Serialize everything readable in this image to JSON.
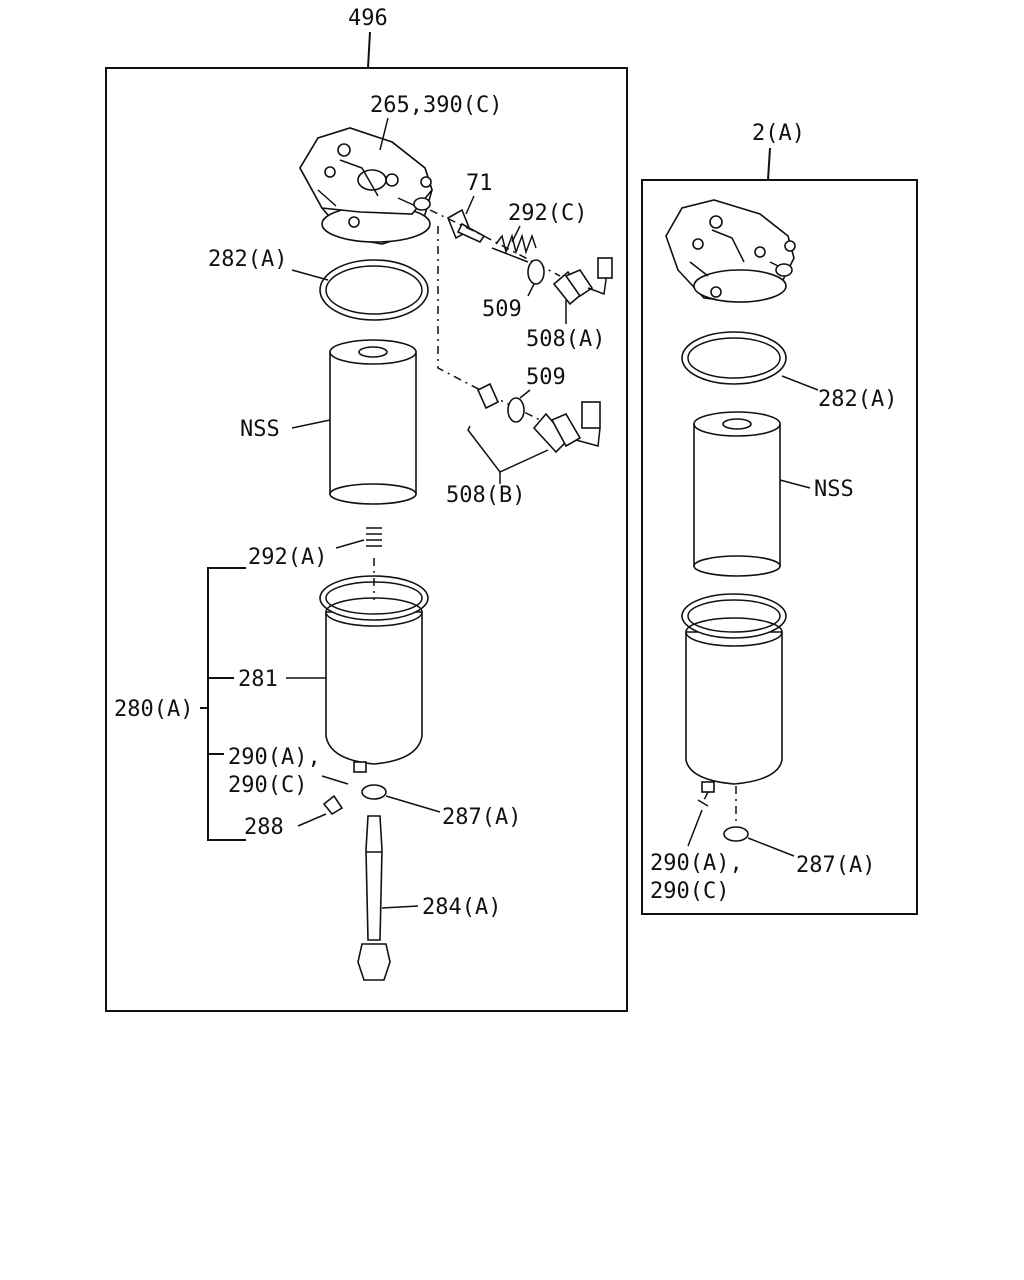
{
  "diagram": {
    "left_group": {
      "number": "496",
      "labels": {
        "head": "265,390(C)",
        "plug": "71",
        "spring_c": "292(C)",
        "ring": "282(A)",
        "oring_a": "509",
        "switch_a": "508(A)",
        "filter": "NSS",
        "oring_b": "509",
        "switch_b": "508(B)",
        "spring_a": "292(A)",
        "assy": "280(A)",
        "bowl": "281",
        "seal_a": "290(A),",
        "seal_c": "290(C)",
        "plug_drain": "288",
        "gasket": "287(A)",
        "bolt": "284(A)"
      }
    },
    "right_group": {
      "number": "2(A)",
      "labels": {
        "ring": "282(A)",
        "filter": "NSS",
        "seal_a": "290(A),",
        "seal_c": "290(C)",
        "gasket": "287(A)"
      }
    }
  }
}
